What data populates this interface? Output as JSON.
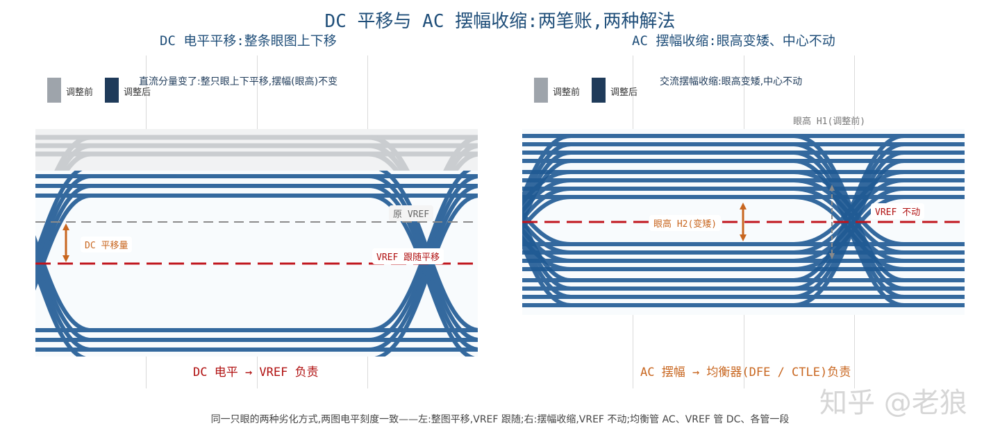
{
  "title": "DC 平移与 AC 摆幅收缩:两笔账,两种解法",
  "left": {
    "title": "DC 电平平移:整条眼图上下移",
    "note": "直流分量变了:整只眼上下平移,摆幅(眼高)不变",
    "legend_before": "调整前",
    "legend_after": "调整后",
    "orig_vref_label": "原 VREF",
    "dc_shift_label": "DC 平移量",
    "vref_follow_label": "VREF 跟随平移",
    "bottom_label": "DC 电平 → VREF 负责"
  },
  "right": {
    "title": "AC 摆幅收缩:眼高变矮、中心不动",
    "note": "交流摆幅收缩:眼高变矮,中心不动",
    "legend_before": "调整前",
    "legend_after": "调整后",
    "h1_label": "眼高 H1(调整前)",
    "h2_label": "眼高 H2(变矮)",
    "vref_label": "VREF 不动",
    "bottom_label": "AC 摆幅 → 均衡器(DFE / CTLE)负责"
  },
  "footer": "同一只眼的两种劣化方式,两图电平刻度一致——左:整图平移,VREF 跟随;右:摆幅收缩,VREF 不动;均衡管 AC、VREF 管 DC、各管一段",
  "watermark": "知乎 @老狼",
  "colors": {
    "after": "#1f3b5a",
    "before": "#9ea4ab",
    "trace": "#1f5a94",
    "vref": "#c0141c",
    "orig_vref": "#8a8a8a",
    "arrow": "#c8661f",
    "red_text": "#b01010",
    "orange_text": "#c8661f"
  }
}
